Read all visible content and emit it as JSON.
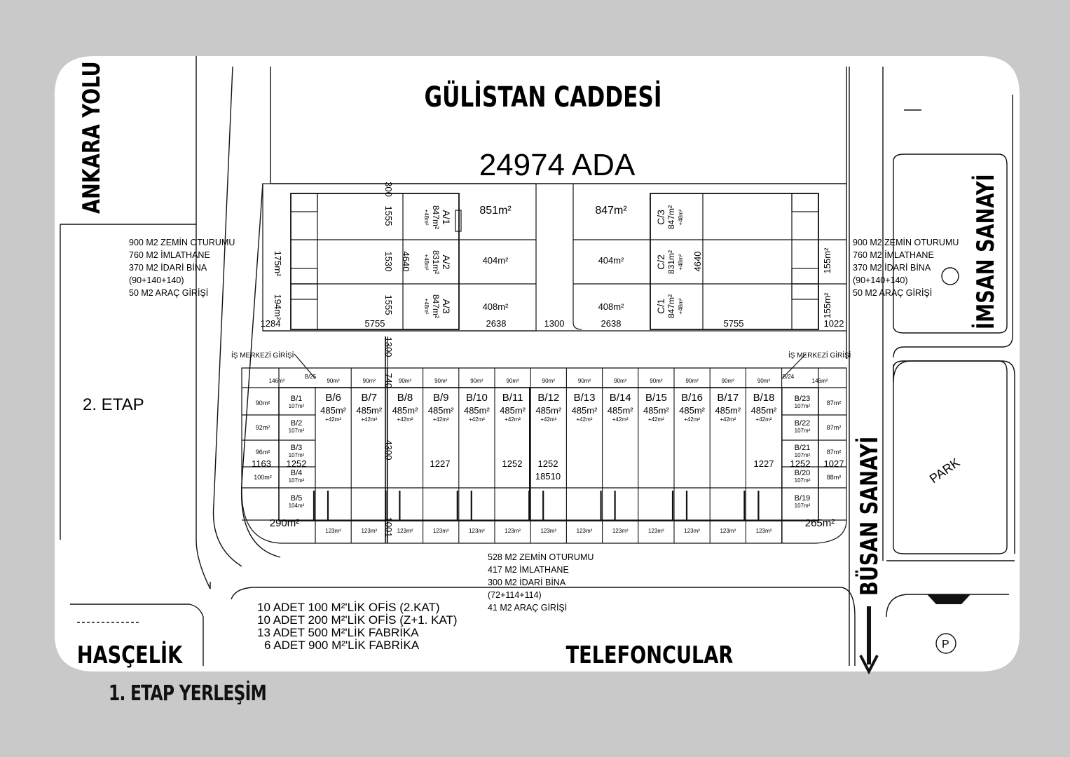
{
  "title": "1. ETAP YERLEŞİM",
  "ada": "24974 ADA",
  "streets": {
    "north": "GÜLİSTAN CADDESİ",
    "west": "ANKARA YOLU",
    "east": "İMSAN SANAYİ",
    "southeast": "BÜSAN SANAYİ",
    "south": "TELEFONCULAR",
    "southwest": "HASÇELİK"
  },
  "areas": {
    "etap2": "2. ETAP",
    "park": "PARK",
    "parking": "P"
  },
  "entrance": "İŞ MERKEZİ GİRİŞİ",
  "notes": {
    "west": [
      "900 M2 ZEMİN OTURUMU",
      "760 M2 İMLATHANE",
      "370 M2 İDARİ BİNA",
      "(90+140+140)",
      "50 M2 ARAÇ GİRİŞİ"
    ],
    "east": [
      "900 M2 ZEMİN OTURUMU",
      "760 M2 İMLATHANE",
      "370 M2 İDARİ BİNA",
      "(90+140+140)",
      "50 M2 ARAÇ GİRİŞİ"
    ],
    "center": [
      "528 M2 ZEMİN OTURUMU",
      "417 M2 İMLATHANE",
      "300 M2 İDARİ BİNA",
      "(72+114+114)",
      "41 M2 ARAÇ GİRİŞİ"
    ],
    "summary": [
      "10 ADET 100 M²'LİK OFİS (2.KAT)",
      "10 ADET 200 M²'LİK OFİS (Z+1. KAT)",
      "13 ADET 500 M²'LİK FABRİKA",
      "6 ADET 900 M²'LİK FABRİKA"
    ]
  },
  "north_blocks": {
    "a": [
      {
        "id": "A/1",
        "area": "847m²",
        "extra": "+48m²"
      },
      {
        "id": "A/2",
        "area": "831m²",
        "extra": "+48m²"
      },
      {
        "id": "A/3",
        "area": "847m²",
        "extra": "+48m²"
      }
    ],
    "c": [
      {
        "id": "C/3",
        "area": "847m²",
        "extra": "+48m²"
      },
      {
        "id": "C/2",
        "area": "831m²",
        "extra": "+48m²"
      },
      {
        "id": "C/1",
        "area": "847m²",
        "extra": "+48m²"
      }
    ],
    "courtyard_left": [
      "851m²",
      "404m²",
      "408m²"
    ],
    "courtyard_right": [
      "847m²",
      "404m²",
      "408m²"
    ],
    "side_left": [
      "175m²",
      "194m²"
    ],
    "side_right": [
      "155m²",
      "155m²"
    ]
  },
  "dimensions": {
    "d300": "300",
    "d1555a": "1555",
    "d1530": "1530",
    "d1555b": "1555",
    "d4640a": "4640",
    "d4640b": "4640",
    "d1284": "1284",
    "d5755a": "5755",
    "d2638a": "2638",
    "d1300": "1300",
    "d2638b": "2638",
    "d5755b": "5755",
    "d1022": "1022",
    "d1300v": "1300",
    "d740": "740",
    "d4300": "4300",
    "d1001": "1001",
    "d1163": "1163",
    "d1252a": "1252",
    "d1227a": "1227",
    "d1252b": "1252",
    "d1252c": "1252",
    "d18510": "18510",
    "d1227b": "1227",
    "d1252d": "1252",
    "d1027": "1027"
  },
  "south_block": {
    "units": [
      "B/6",
      "B/7",
      "B/8",
      "B/9",
      "B/10",
      "B/11",
      "B/12",
      "B/13",
      "B/14",
      "B/15",
      "B/16",
      "B/17",
      "B/18"
    ],
    "unit_area": "485m²",
    "unit_extra": "+42m²",
    "top_strip": "90m²",
    "bottom_strip": "123m²",
    "corner_left_top": "146m²",
    "corner_right_top": "146m²",
    "b25": "B/25",
    "b24": "B/24",
    "left_units": [
      {
        "id": "B/1",
        "area": "107m²",
        "strip": "90m²"
      },
      {
        "id": "B/2",
        "area": "107m²",
        "strip": "92m²"
      },
      {
        "id": "B/3",
        "area": "107m²",
        "strip": "96m²"
      },
      {
        "id": "B/4",
        "area": "107m²",
        "strip": "100m²"
      },
      {
        "id": "B/5",
        "area": "104m²",
        "strip": ""
      }
    ],
    "right_units": [
      {
        "id": "B/23",
        "area": "107m²",
        "strip": "87m²"
      },
      {
        "id": "B/22",
        "area": "107m²",
        "strip": "87m²"
      },
      {
        "id": "B/21",
        "area": "107m²",
        "strip": "87m²"
      },
      {
        "id": "B/20",
        "area": "107m²",
        "strip": "88m²"
      },
      {
        "id": "B/19",
        "area": "107m²",
        "strip": ""
      }
    ],
    "corner_left": "290m²",
    "corner_right": "265m²"
  }
}
